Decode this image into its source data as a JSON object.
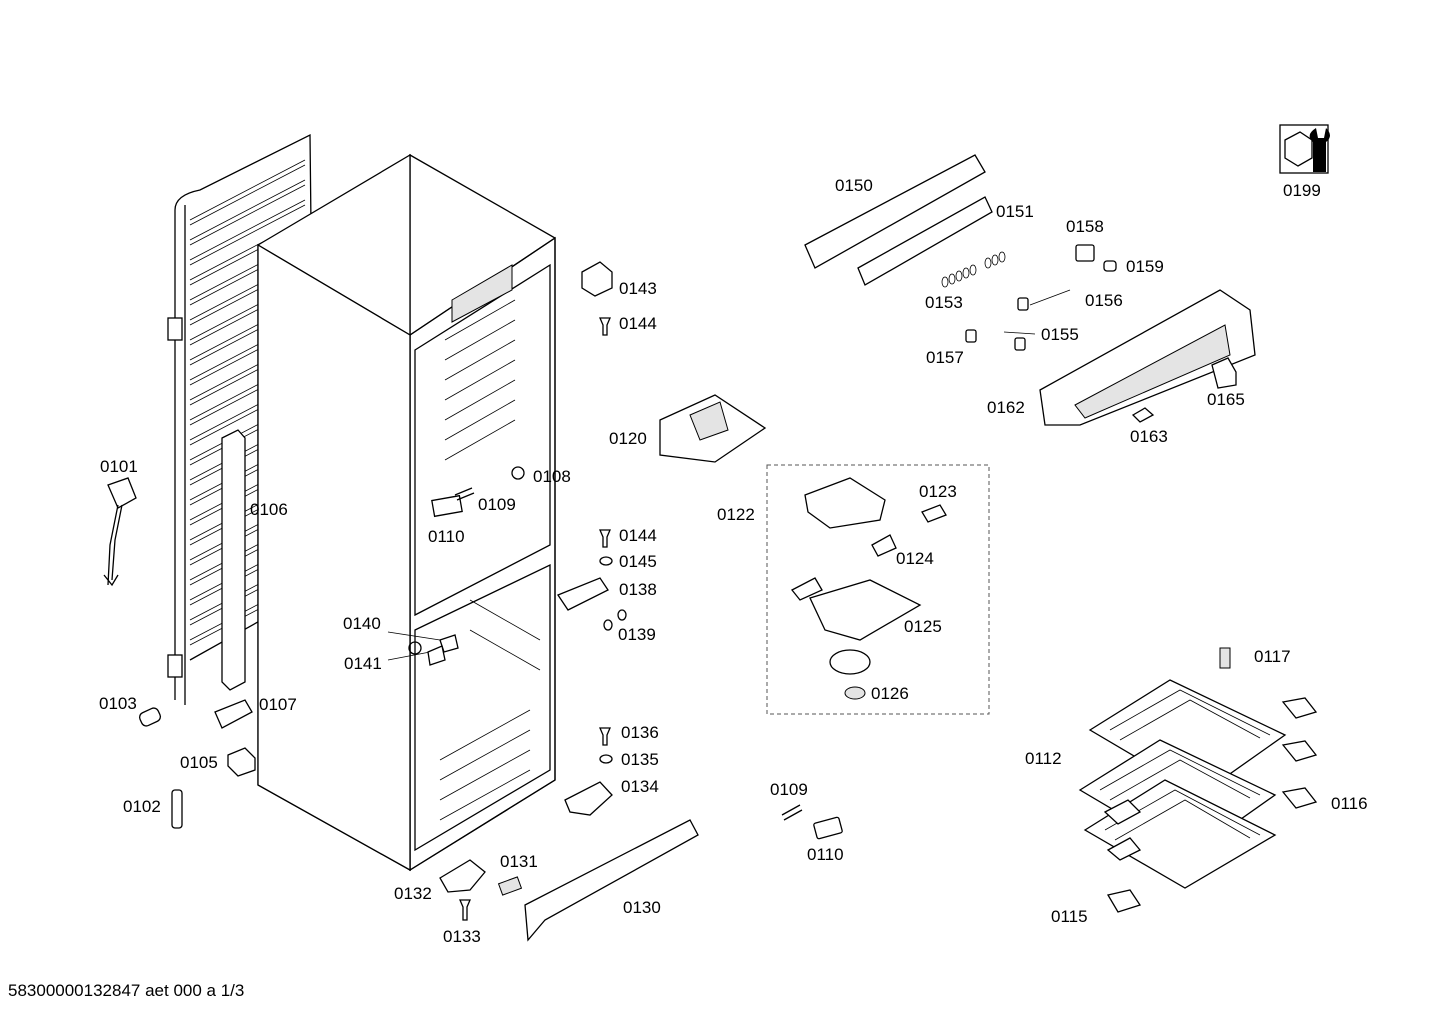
{
  "footer": "58300000132847 aet 000 a 1/3",
  "labels": {
    "p0101": "0101",
    "p0102": "0102",
    "p0103": "0103",
    "p0105": "0105",
    "p0106": "0106",
    "p0107": "0107",
    "p0108": "0108",
    "p0109a": "0109",
    "p0109b": "0109",
    "p0110a": "0110",
    "p0110b": "0110",
    "p0112": "0112",
    "p0115": "0115",
    "p0116": "0116",
    "p0117": "0117",
    "p0120": "0120",
    "p0122": "0122",
    "p0123": "0123",
    "p0124": "0124",
    "p0125": "0125",
    "p0126": "0126",
    "p0130": "0130",
    "p0131": "0131",
    "p0132": "0132",
    "p0133": "0133",
    "p0134": "0134",
    "p0135": "0135",
    "p0136": "0136",
    "p0138": "0138",
    "p0139": "0139",
    "p0140": "0140",
    "p0141": "0141",
    "p0143": "0143",
    "p0144a": "0144",
    "p0144b": "0144",
    "p0145": "0145",
    "p0150": "0150",
    "p0151": "0151",
    "p0153": "0153",
    "p0155": "0155",
    "p0156": "0156",
    "p0157": "0157",
    "p0158": "0158",
    "p0159": "0159",
    "p0162": "0162",
    "p0163": "0163",
    "p0165": "0165",
    "p0199": "0199"
  }
}
